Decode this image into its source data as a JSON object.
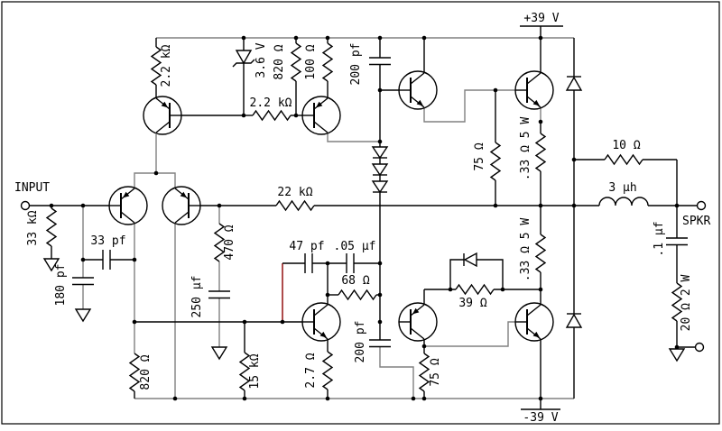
{
  "diagram": {
    "type": "audio-amplifier-schematic",
    "io": {
      "input": "INPUT",
      "speaker": "SPKR"
    },
    "power": {
      "vplus": "+39 V",
      "vminus": "-39 V"
    },
    "labels": {
      "r33k": "33 kΩ",
      "c180pf": "180 pf",
      "c33pf": "33 pf",
      "r2k2_vert": "2.2 kΩ",
      "z3v6": "3.6 V",
      "r820_top": "820 Ω",
      "r100": "100 Ω",
      "r2k2_horiz": "2.2 kΩ",
      "c200pf_top": "200 pf",
      "r22k": "22 kΩ",
      "r470": "470 Ω",
      "c250uf": "250 µf",
      "r820_bot": "820 Ω",
      "r15k": "15 kΩ",
      "c47pf": "47 pf",
      "c05uf": ".05 µf",
      "r68": "68 Ω",
      "r2r7": "2.7 Ω",
      "c200pf_bot": "200 pf",
      "r75_up": "75 Ω",
      "r75_low": "75 Ω",
      "r39": "39 Ω",
      "r33_up": ".33 Ω 5 W",
      "r33_low": ".33 Ω 5 W",
      "r10": "10 Ω",
      "l3uh": "3 µh",
      "c01uf": ".1 µf",
      "r20": "20 Ω 2 W"
    },
    "colors": {
      "wire": "#000000",
      "rail": "#808080",
      "special_wire": "#8b0000"
    }
  }
}
